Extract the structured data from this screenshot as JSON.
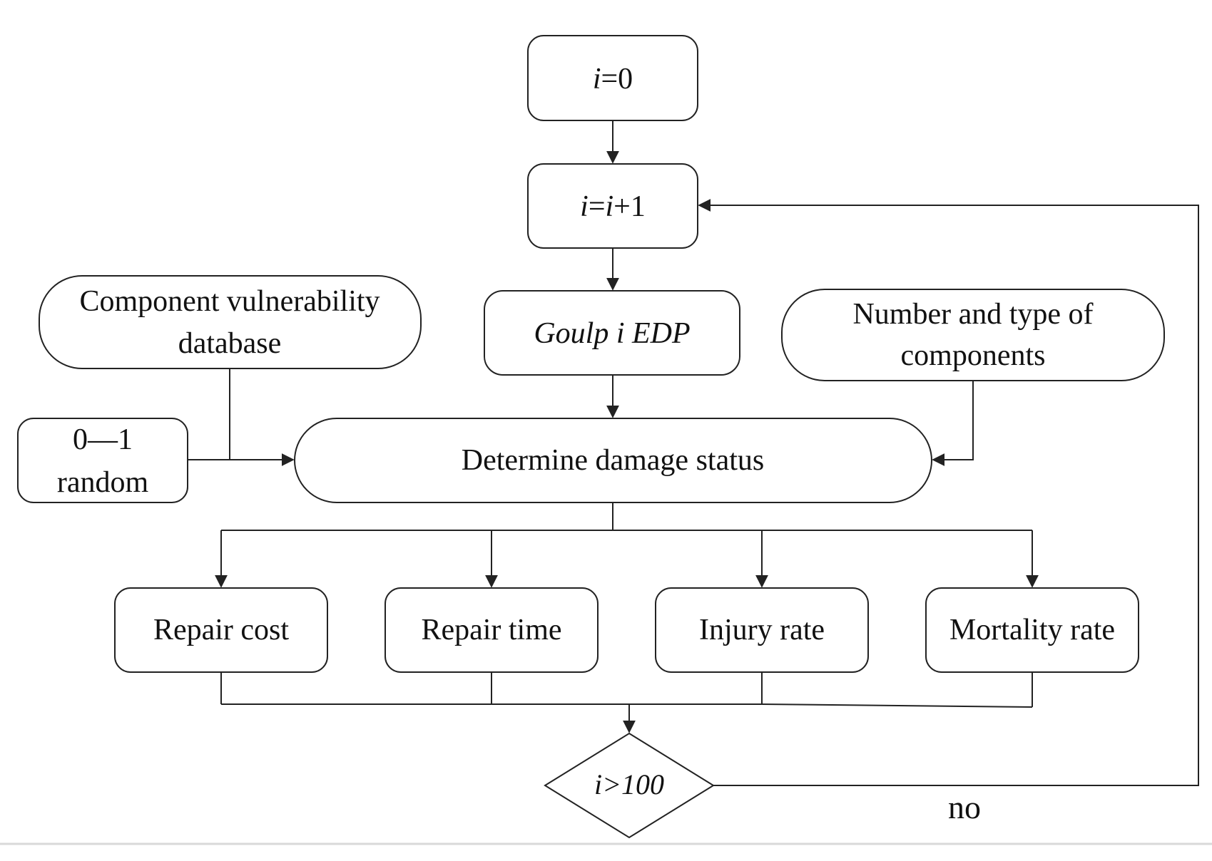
{
  "nodes": {
    "init": {
      "var": "i",
      "rest": "=0"
    },
    "increment": {
      "var1": "i",
      "eq": "=",
      "var2": "i",
      "rest": "+1"
    },
    "edp": {
      "label": "Goulp i EDP"
    },
    "vulnerability_db": {
      "line1": "Component vulnerability",
      "line2": "database"
    },
    "component_info": {
      "line1": "Number and type of",
      "line2": "components"
    },
    "random": {
      "line1": "0—1",
      "line2": "random"
    },
    "damage_status": {
      "label": "Determine damage status"
    },
    "repair_cost": {
      "label": "Repair cost"
    },
    "repair_time": {
      "label": "Repair time"
    },
    "injury_rate": {
      "label": "Injury rate"
    },
    "mortality_rate": {
      "label": "Mortality rate"
    },
    "decision": {
      "var": "i",
      "rest": ">100"
    }
  },
  "edges": {
    "no_label": "no"
  }
}
